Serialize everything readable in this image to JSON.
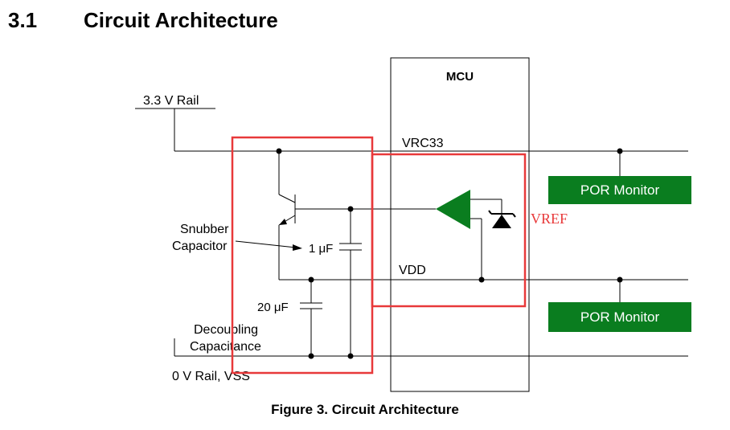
{
  "section": {
    "number": "3.1",
    "title": "Circuit Architecture"
  },
  "diagram": {
    "mcu_label": "MCU",
    "rail_33v_label": "3.3 V Rail",
    "vrc33_label": "VRC33",
    "vdd_label": "VDD",
    "vref_label": "VREF",
    "snubber_label_line1": "Snubber",
    "snubber_label_line2": "Capacitor",
    "cap_1uf_label": "1 μF",
    "cap_20uf_label": "20 μF",
    "decoupling_label_line1": "Decoupling",
    "decoupling_label_line2": "Capacitance",
    "rail_0v_label": "0 V Rail, VSS",
    "por_monitor_top_label": "POR Monitor",
    "por_monitor_bottom_label": "POR Monitor"
  },
  "colors": {
    "por_fill": "#0a7d1f",
    "amplifier_fill": "#0a7d1f",
    "highlight_stroke": "#e8393a",
    "vref_text": "#e8393a"
  },
  "caption": "Figure 3. Circuit Architecture"
}
